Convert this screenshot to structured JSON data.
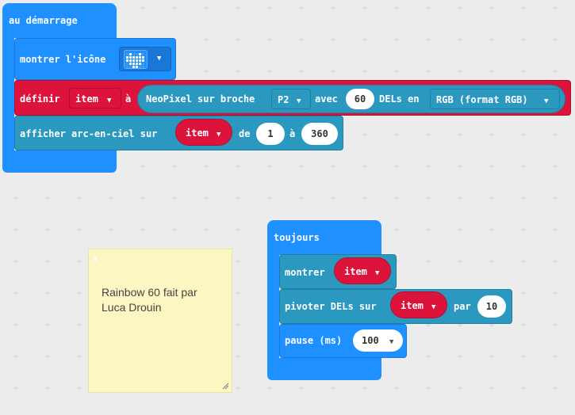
{
  "colors": {
    "basic": "#1e90ff",
    "basic_dark": "#1877d8",
    "neopixel": "#2b98c0",
    "neopixel_dark": "#1f7ea1",
    "variable": "#dc143c",
    "variable_dark": "#b01030",
    "note": "#fbf6c2",
    "canvas": "#ececec"
  },
  "on_start": {
    "hat_label": "au démarrage",
    "show_icon": {
      "label": "montrer l'icône",
      "icon": "heart-icon"
    },
    "set_var": {
      "label": "définir",
      "variable": "item",
      "to_label": "à",
      "create": {
        "label": "NeoPixel sur broche",
        "pin": "P2",
        "with_label": "avec",
        "count": "60",
        "leds_label": "DELs en",
        "mode": "RGB (format RGB)"
      }
    },
    "rainbow": {
      "label": "afficher arc-en-ciel sur",
      "variable": "item",
      "from_label": "de",
      "from": "1",
      "to_label": "à",
      "to": "360"
    }
  },
  "forever": {
    "hat_label": "toujours",
    "show": {
      "label": "montrer",
      "variable": "item"
    },
    "rotate": {
      "label": "pivoter DELs sur",
      "variable": "item",
      "by_label": "par",
      "offset": "10"
    },
    "pause": {
      "label": "pause (ms)",
      "value": "100"
    }
  },
  "comment": {
    "line1": "Rainbow 60 fait par",
    "line2": "Luca Drouin"
  }
}
